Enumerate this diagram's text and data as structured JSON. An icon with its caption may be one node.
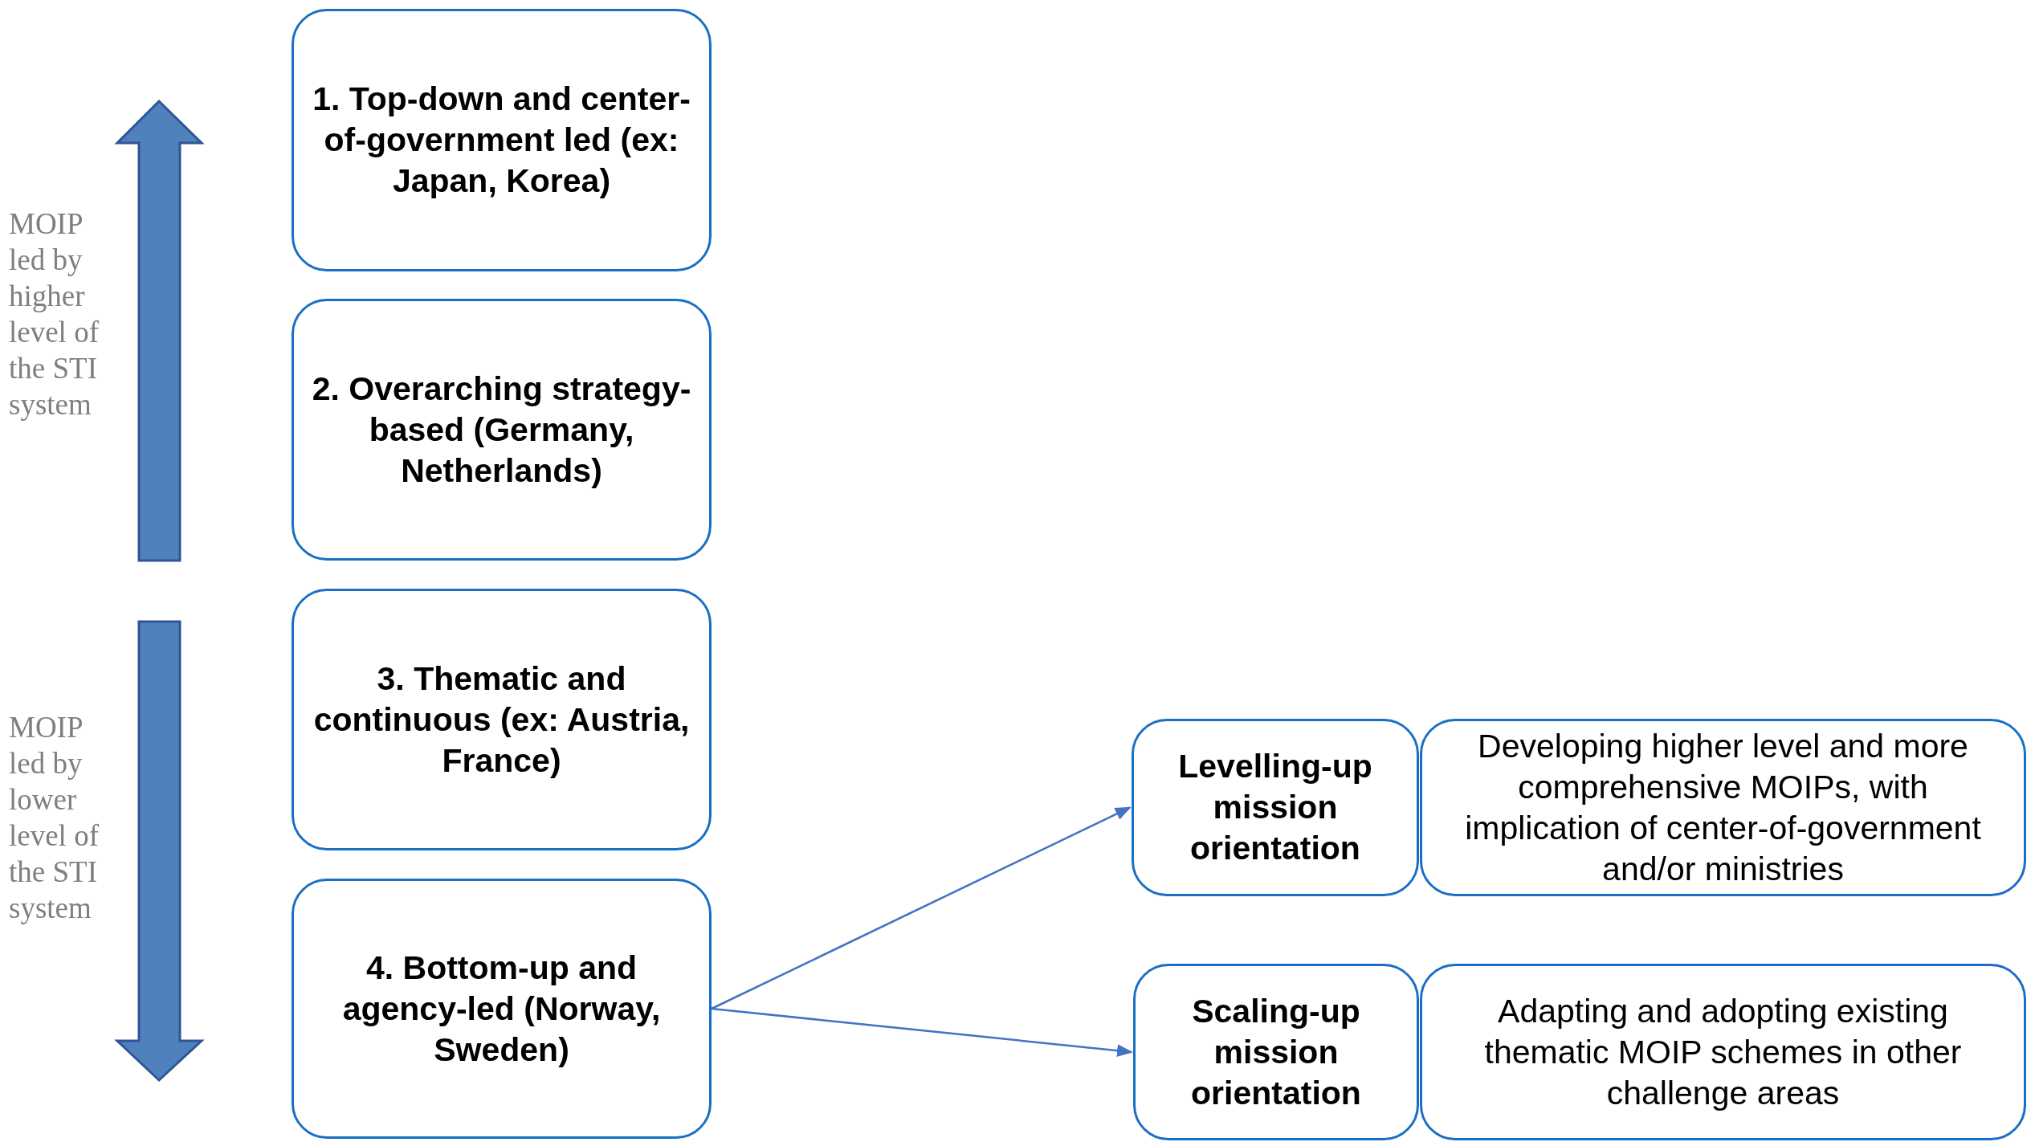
{
  "diagram": {
    "nodes": [
      {
        "text": [
          "1. Top-down and center-of-government led (ex: Japan, Korea)"
        ]
      },
      {
        "text": [
          "2. Overarching strategy-based (Germany, Netherlands)"
        ]
      },
      {
        "text": [
          "3. Thematic and continuous (ex: Austria, France)"
        ]
      },
      {
        "text": [
          "4. Bottom-up and agency-led (Norway, Sweden)"
        ]
      },
      {
        "text": [
          "Levelling-up mission orientation"
        ]
      },
      {
        "text": [
          "Developing higher level and more comprehensive MOIPs, with implication of center-of-government and/or ministries"
        ]
      },
      {
        "text": [
          "Scaling-up mission orientation"
        ]
      },
      {
        "text": [
          "Adapting and adopting existing thematic MOIP schemes in other challenge areas"
        ]
      }
    ],
    "edges": [
      {
        "from": 3,
        "to": 4,
        "arrow": "to"
      },
      {
        "from": 3,
        "to": 6,
        "arrow": "to"
      }
    ],
    "labels": [
      "MOIP led by higher level of the STI system",
      "MOIP led by lower level of the STI system"
    ]
  }
}
